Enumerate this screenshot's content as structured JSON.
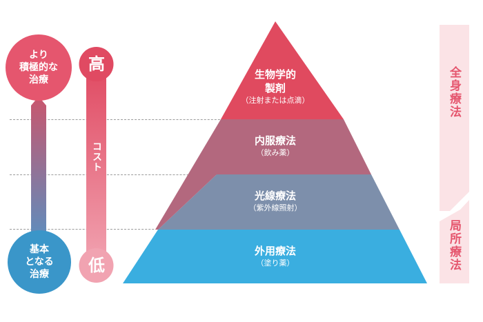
{
  "left_indicator": {
    "top_label": [
      "より",
      "積極的な",
      "治療"
    ],
    "bottom_label": [
      "基本",
      "となる",
      "治療"
    ]
  },
  "cost_indicator": {
    "high": "高",
    "low": "低",
    "label": "コスト"
  },
  "pyramid": {
    "levels": [
      {
        "title": [
          "生物学的",
          "製剤"
        ],
        "note": "（注射または点滴）"
      },
      {
        "title": [
          "内服療法"
        ],
        "note": "（飲み薬）"
      },
      {
        "title": [
          "光線療法"
        ],
        "note": "（紫外線照射）"
      },
      {
        "title": [
          "外用療法"
        ],
        "note": "（塗り薬）"
      }
    ]
  },
  "scope": {
    "systemic": "全身療法",
    "local": "局所療法"
  },
  "colors": {
    "level1": "#e04a5f",
    "level2": "#b3687e",
    "level3": "#7d8fab",
    "level4": "#3aaee0",
    "cost_red": "#e5566e",
    "blue": "#3a96c9",
    "scope_bg": "#fbe3e6"
  }
}
